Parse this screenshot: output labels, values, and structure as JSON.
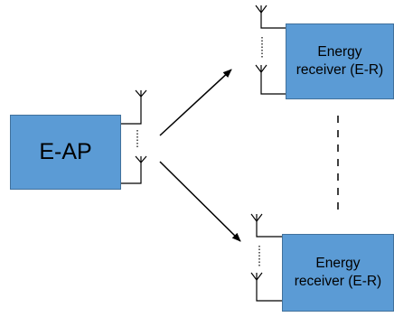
{
  "diagram": {
    "access_point": {
      "label": "E-AP",
      "fill": "#5b9bd5"
    },
    "receivers": [
      {
        "line1": "Energy",
        "line2": "receiver (E-R)"
      },
      {
        "line1": "Energy",
        "line2": "receiver (E-R)"
      }
    ]
  }
}
